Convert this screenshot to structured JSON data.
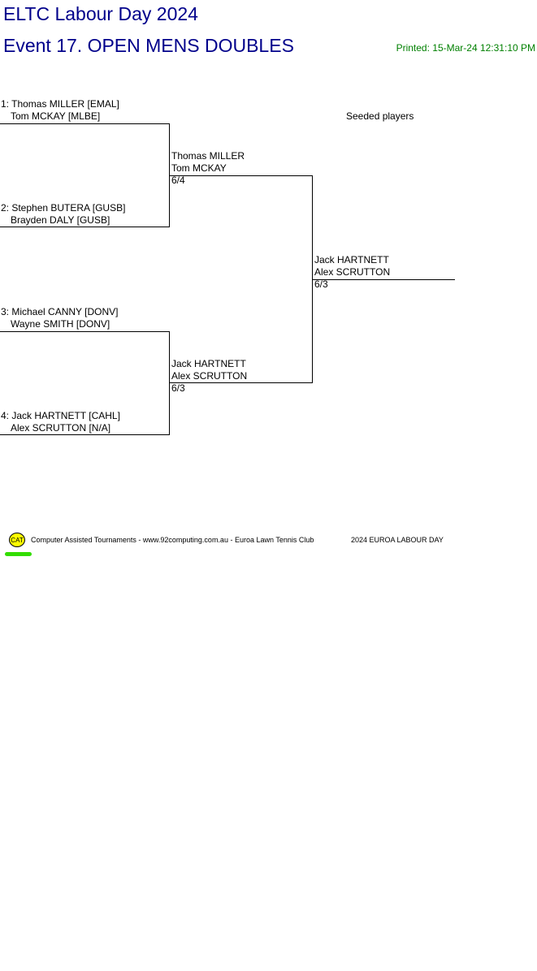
{
  "header": {
    "title": "ELTC Labour Day 2024",
    "event": "Event 17. OPEN MENS DOUBLES",
    "printed": "Printed: 15-Mar-24 12:31:10 PM"
  },
  "seeded_label": "Seeded players",
  "round1": [
    {
      "player1": "1: Thomas MILLER [EMAL]",
      "player2": "Tom MCKAY [MLBE]"
    },
    {
      "player1": "2: Stephen BUTERA [GUSB]",
      "player2": "Brayden DALY [GUSB]"
    },
    {
      "player1": "3: Michael CANNY [DONV]",
      "player2": "Wayne SMITH [DONV]"
    },
    {
      "player1": "4: Jack HARTNETT [CAHL]",
      "player2": "Alex SCRUTTON [N/A]"
    }
  ],
  "round2": [
    {
      "player1": "Thomas MILLER",
      "player2": "Tom MCKAY",
      "score": "6/4"
    },
    {
      "player1": "Jack HARTNETT",
      "player2": "Alex SCRUTTON",
      "score": "6/3"
    }
  ],
  "final": {
    "player1": "Jack HARTNETT",
    "player2": "Alex SCRUTTON",
    "score": "6/3"
  },
  "footer": {
    "logo_text": "CAT",
    "credit": "Computer Assisted Tournaments - www.92computing.com.au -  Euroa Lawn Tennis Club",
    "tournament": "2024 EUROA LABOUR DAY"
  }
}
